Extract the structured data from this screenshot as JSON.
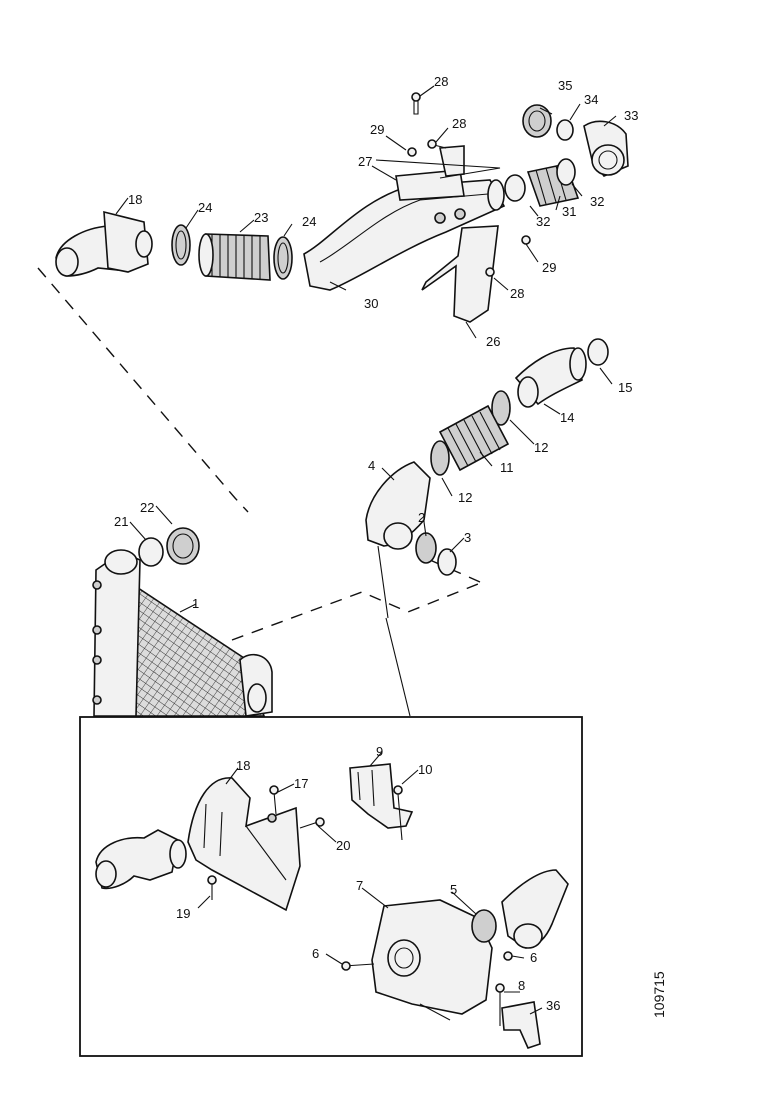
{
  "labels": {
    "l1": "1",
    "l2": "2",
    "l3": "3",
    "l4": "4",
    "l5": "5",
    "l6": "6",
    "l6b": "6",
    "l7": "7",
    "l8": "8",
    "l9": "9",
    "l10": "10",
    "l11": "11",
    "l12a": "12",
    "l12b": "12",
    "l14": "14",
    "l15": "15",
    "l17": "17",
    "l18a": "18",
    "l18b": "18",
    "l19": "19",
    "l20": "20",
    "l21": "21",
    "l22": "22",
    "l23": "23",
    "l24a": "24",
    "l24b": "24",
    "l26": "26",
    "l27": "27",
    "l28a": "28",
    "l28b": "28",
    "l28c": "28",
    "l29a": "29",
    "l29b": "29",
    "l30": "30",
    "l31": "31",
    "l32a": "32",
    "l32b": "32",
    "l33": "33",
    "l34": "34",
    "l35": "35",
    "l36": "36"
  },
  "reference_number": "109715"
}
